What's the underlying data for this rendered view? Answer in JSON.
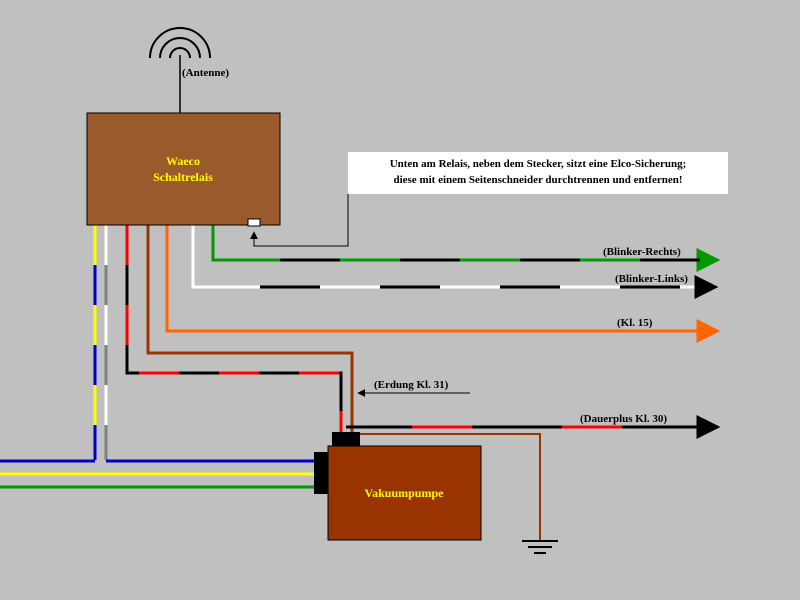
{
  "labels": {
    "antenna": "(Antenne)",
    "relay_line1": "Waeco",
    "relay_line2": "Schaltrelais",
    "note_line1": "Unten am Relais, neben dem Stecker, sitzt eine Elco-Sicherung;",
    "note_line2": "diese mit einem Seitenschneider durchtrennen und entfernen!",
    "blinker_right": "(Blinker-Rechts)",
    "blinker_left": "(Blinker-Links)",
    "kl15": "(Kl. 15)",
    "ground": "(Erdung Kl. 31)",
    "permanent_plus": "(Dauerplus Kl. 30)",
    "pump": "Vakuumpumpe"
  },
  "colors": {
    "background": "#c0c0c0",
    "relay_fill": "#9b5a2c",
    "pump_fill": "#993300",
    "green": "#009900",
    "orange": "#ff6600",
    "brown": "#993300",
    "red": "#ff0000",
    "blue": "#0000cc",
    "yellow": "#ffff00",
    "white": "#ffffff",
    "grey": "#808080",
    "black": "#000000"
  }
}
